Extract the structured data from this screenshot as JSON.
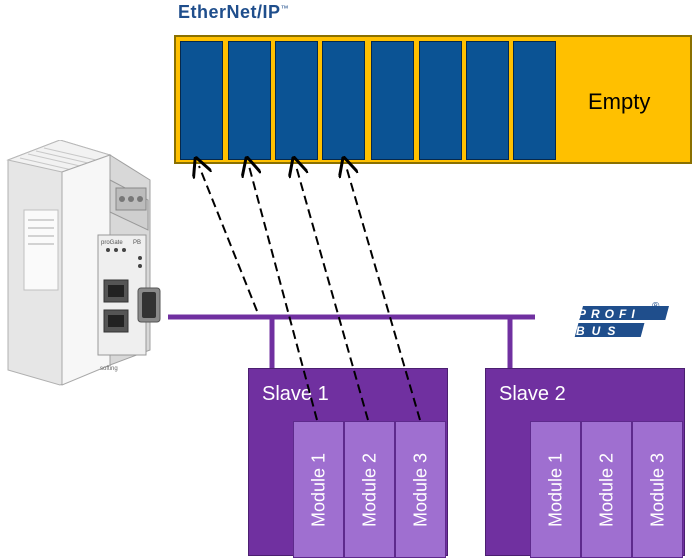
{
  "ethernet_ip": {
    "logo_text": "EtherNet/IP",
    "trademark": "™",
    "empty_label": "Empty",
    "slot_count": 8
  },
  "profibus": {
    "line1": "PROFI",
    "line2": "BUS",
    "registered": "®"
  },
  "slaves": [
    {
      "label": "Slave 1",
      "modules": [
        "Module 1",
        "Module 2",
        "Module 3"
      ]
    },
    {
      "label": "Slave 2",
      "modules": [
        "Module 1",
        "Module 2",
        "Module 3"
      ]
    }
  ],
  "device": {
    "brand": "softing",
    "product": "proGate",
    "variant": "PB"
  },
  "colors": {
    "eip_fill": "#ffc000",
    "slot_fill": "#0b5394",
    "bus_line": "#7030a0",
    "slave_fill": "#7030a0",
    "module_fill": "#9f6fd0",
    "profibus_blue": "#1f4e8c"
  }
}
